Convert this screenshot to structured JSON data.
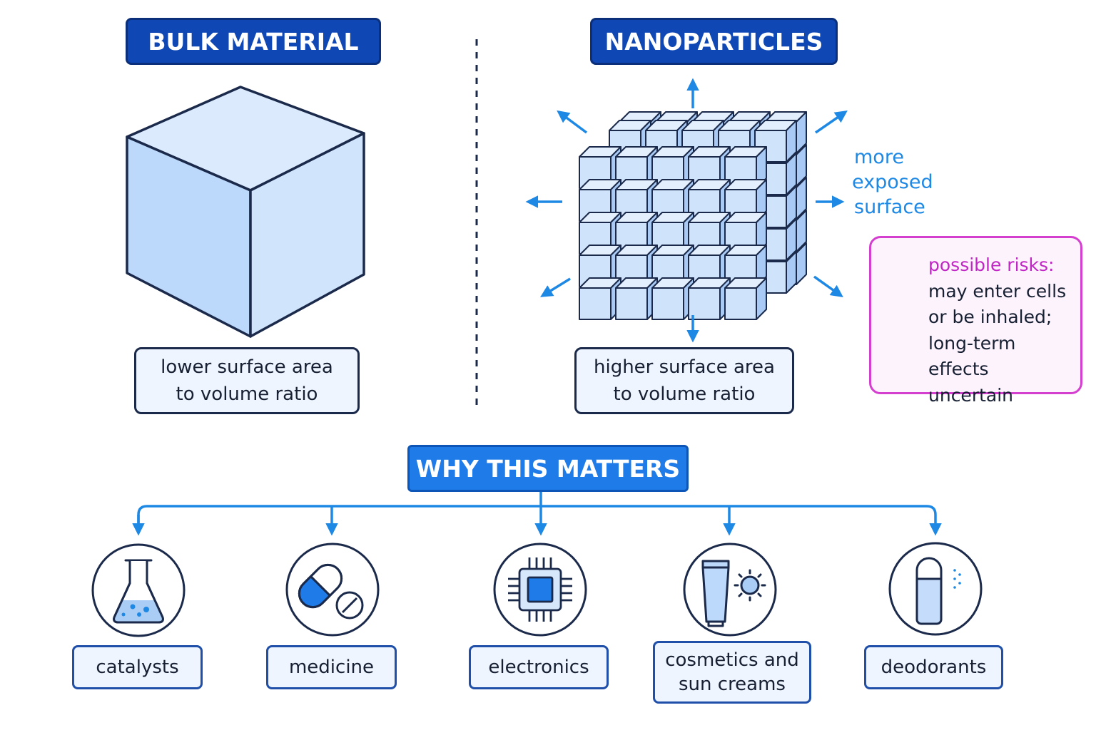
{
  "left": {
    "title": "BULK MATERIAL",
    "caption_line1": "lower surface area",
    "caption_line2": "to volume ratio"
  },
  "right": {
    "title": "NANOPARTICLES",
    "caption_line1": "higher surface area",
    "caption_line2": "to volume ratio",
    "exposed_line1": "more",
    "exposed_line2": "exposed",
    "exposed_line3": "surface"
  },
  "risks": {
    "heading": "possible risks:",
    "line1": "may enter cells",
    "line2": "or be inhaled;",
    "line3": "long-term effects",
    "line4": "uncertain"
  },
  "why": {
    "title": "WHY THIS MATTERS"
  },
  "applications": [
    {
      "label": "catalysts",
      "icon": "flask-icon"
    },
    {
      "label": "medicine",
      "icon": "pill-icon"
    },
    {
      "label": "electronics",
      "icon": "chip-icon"
    },
    {
      "label_line1": "cosmetics and",
      "label_line2": "sun creams",
      "icon": "sunscreen-icon"
    },
    {
      "label": "deodorants",
      "icon": "deodorant-icon"
    }
  ],
  "colors": {
    "dark_blue": "#0f47b5",
    "accent_blue": "#1e7be8",
    "risk_magenta": "#c026c4",
    "outline": "#1b2a4a",
    "fill_light": "#cfe3fb"
  }
}
